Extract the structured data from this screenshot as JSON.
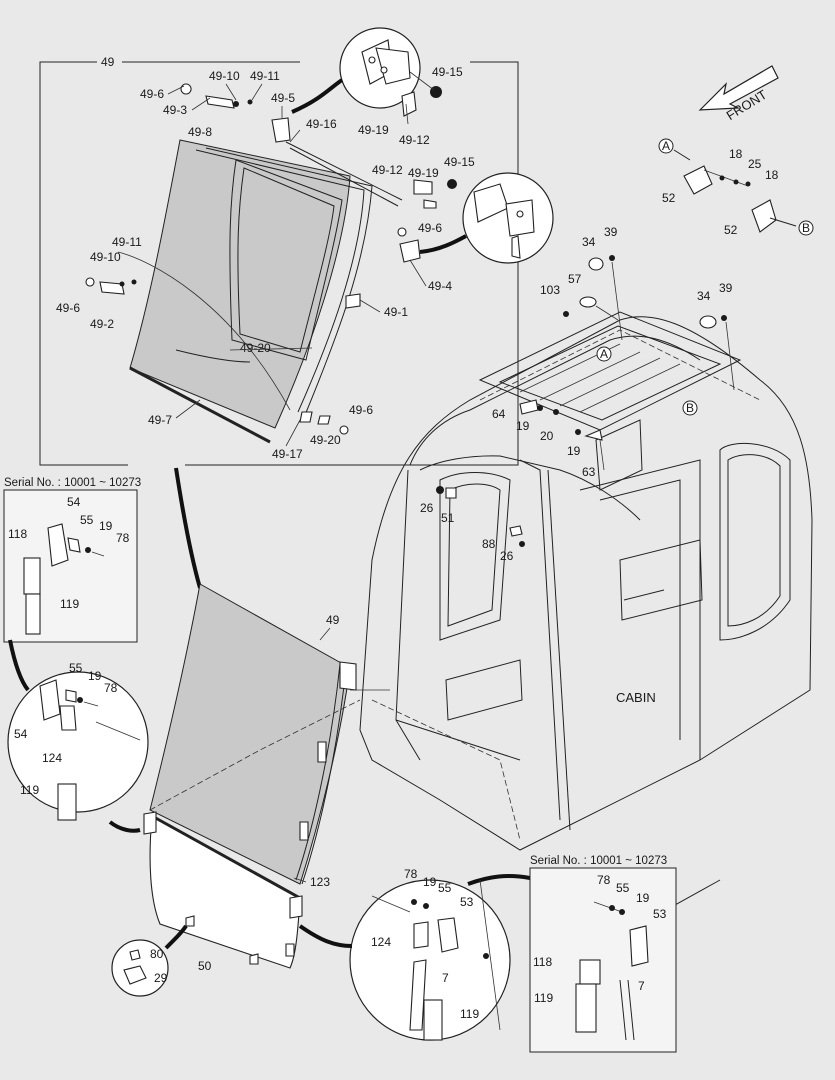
{
  "labels": {
    "front": "FRONT",
    "cabin": "CABIN",
    "serial_left": "Serial No. : 10001 ~ 10273",
    "serial_right": "Serial No. : 10001 ~ 10273",
    "callout_a": "A",
    "callout_b": "B",
    "callout_a_cabin": "A",
    "callout_b_cabin": "B"
  },
  "parts": {
    "p49_top": "49",
    "p49_6_a": "49-6",
    "p49_10_a": "49-10",
    "p49_11_a": "49-11",
    "p49_3": "49-3",
    "p49_5": "49-5",
    "p49_8": "49-8",
    "p49_16": "49-16",
    "p49_15_a": "49-15",
    "p49_19_a": "49-19",
    "p49_12_a": "49-12",
    "p49_12_b": "49-12",
    "p49_19_b": "49-19",
    "p49_15_b": "49-15",
    "p49_6_b": "49-6",
    "p49_4": "49-4",
    "p49_11_b": "49-11",
    "p49_10_b": "49-10",
    "p49_6_c": "49-6",
    "p49_2": "49-2",
    "p49_1": "49-1",
    "p49_20_a": "49-20",
    "p49_7": "49-7",
    "p49_6_d": "49-6",
    "p49_20_b": "49-20",
    "p49_17": "49-17",
    "p18_a": "18",
    "p25": "25",
    "p18_b": "18",
    "p52_a": "52",
    "p52_b": "52",
    "p34_a": "34",
    "p39_a": "39",
    "p57": "57",
    "p103": "103",
    "p34_b": "34",
    "p39_b": "39",
    "p64": "64",
    "p19_a": "19",
    "p20": "20",
    "p19_b": "19",
    "p63": "63",
    "p26_a": "26",
    "p51": "51",
    "p88": "88",
    "p26_b": "26",
    "p54_a": "54",
    "p118_a": "118",
    "p55_a": "55",
    "p19_c": "19",
    "p78_a": "78",
    "p119_a": "119",
    "p49_mid": "49",
    "p55_b": "55",
    "p19_d": "19",
    "p78_b": "78",
    "p54_b": "54",
    "p124_a": "124",
    "p119_b": "119",
    "p123": "123",
    "p80": "80",
    "p29": "29",
    "p50": "50",
    "p78_c": "78",
    "p19_e": "19",
    "p55_c": "55",
    "p53_a": "53",
    "p124_b": "124",
    "p7_a": "7",
    "p119_c": "119",
    "p78_d": "78",
    "p55_d": "55",
    "p19_f": "19",
    "p53_b": "53",
    "p118_b": "118",
    "p7_b": "7",
    "p119_d": "119"
  }
}
